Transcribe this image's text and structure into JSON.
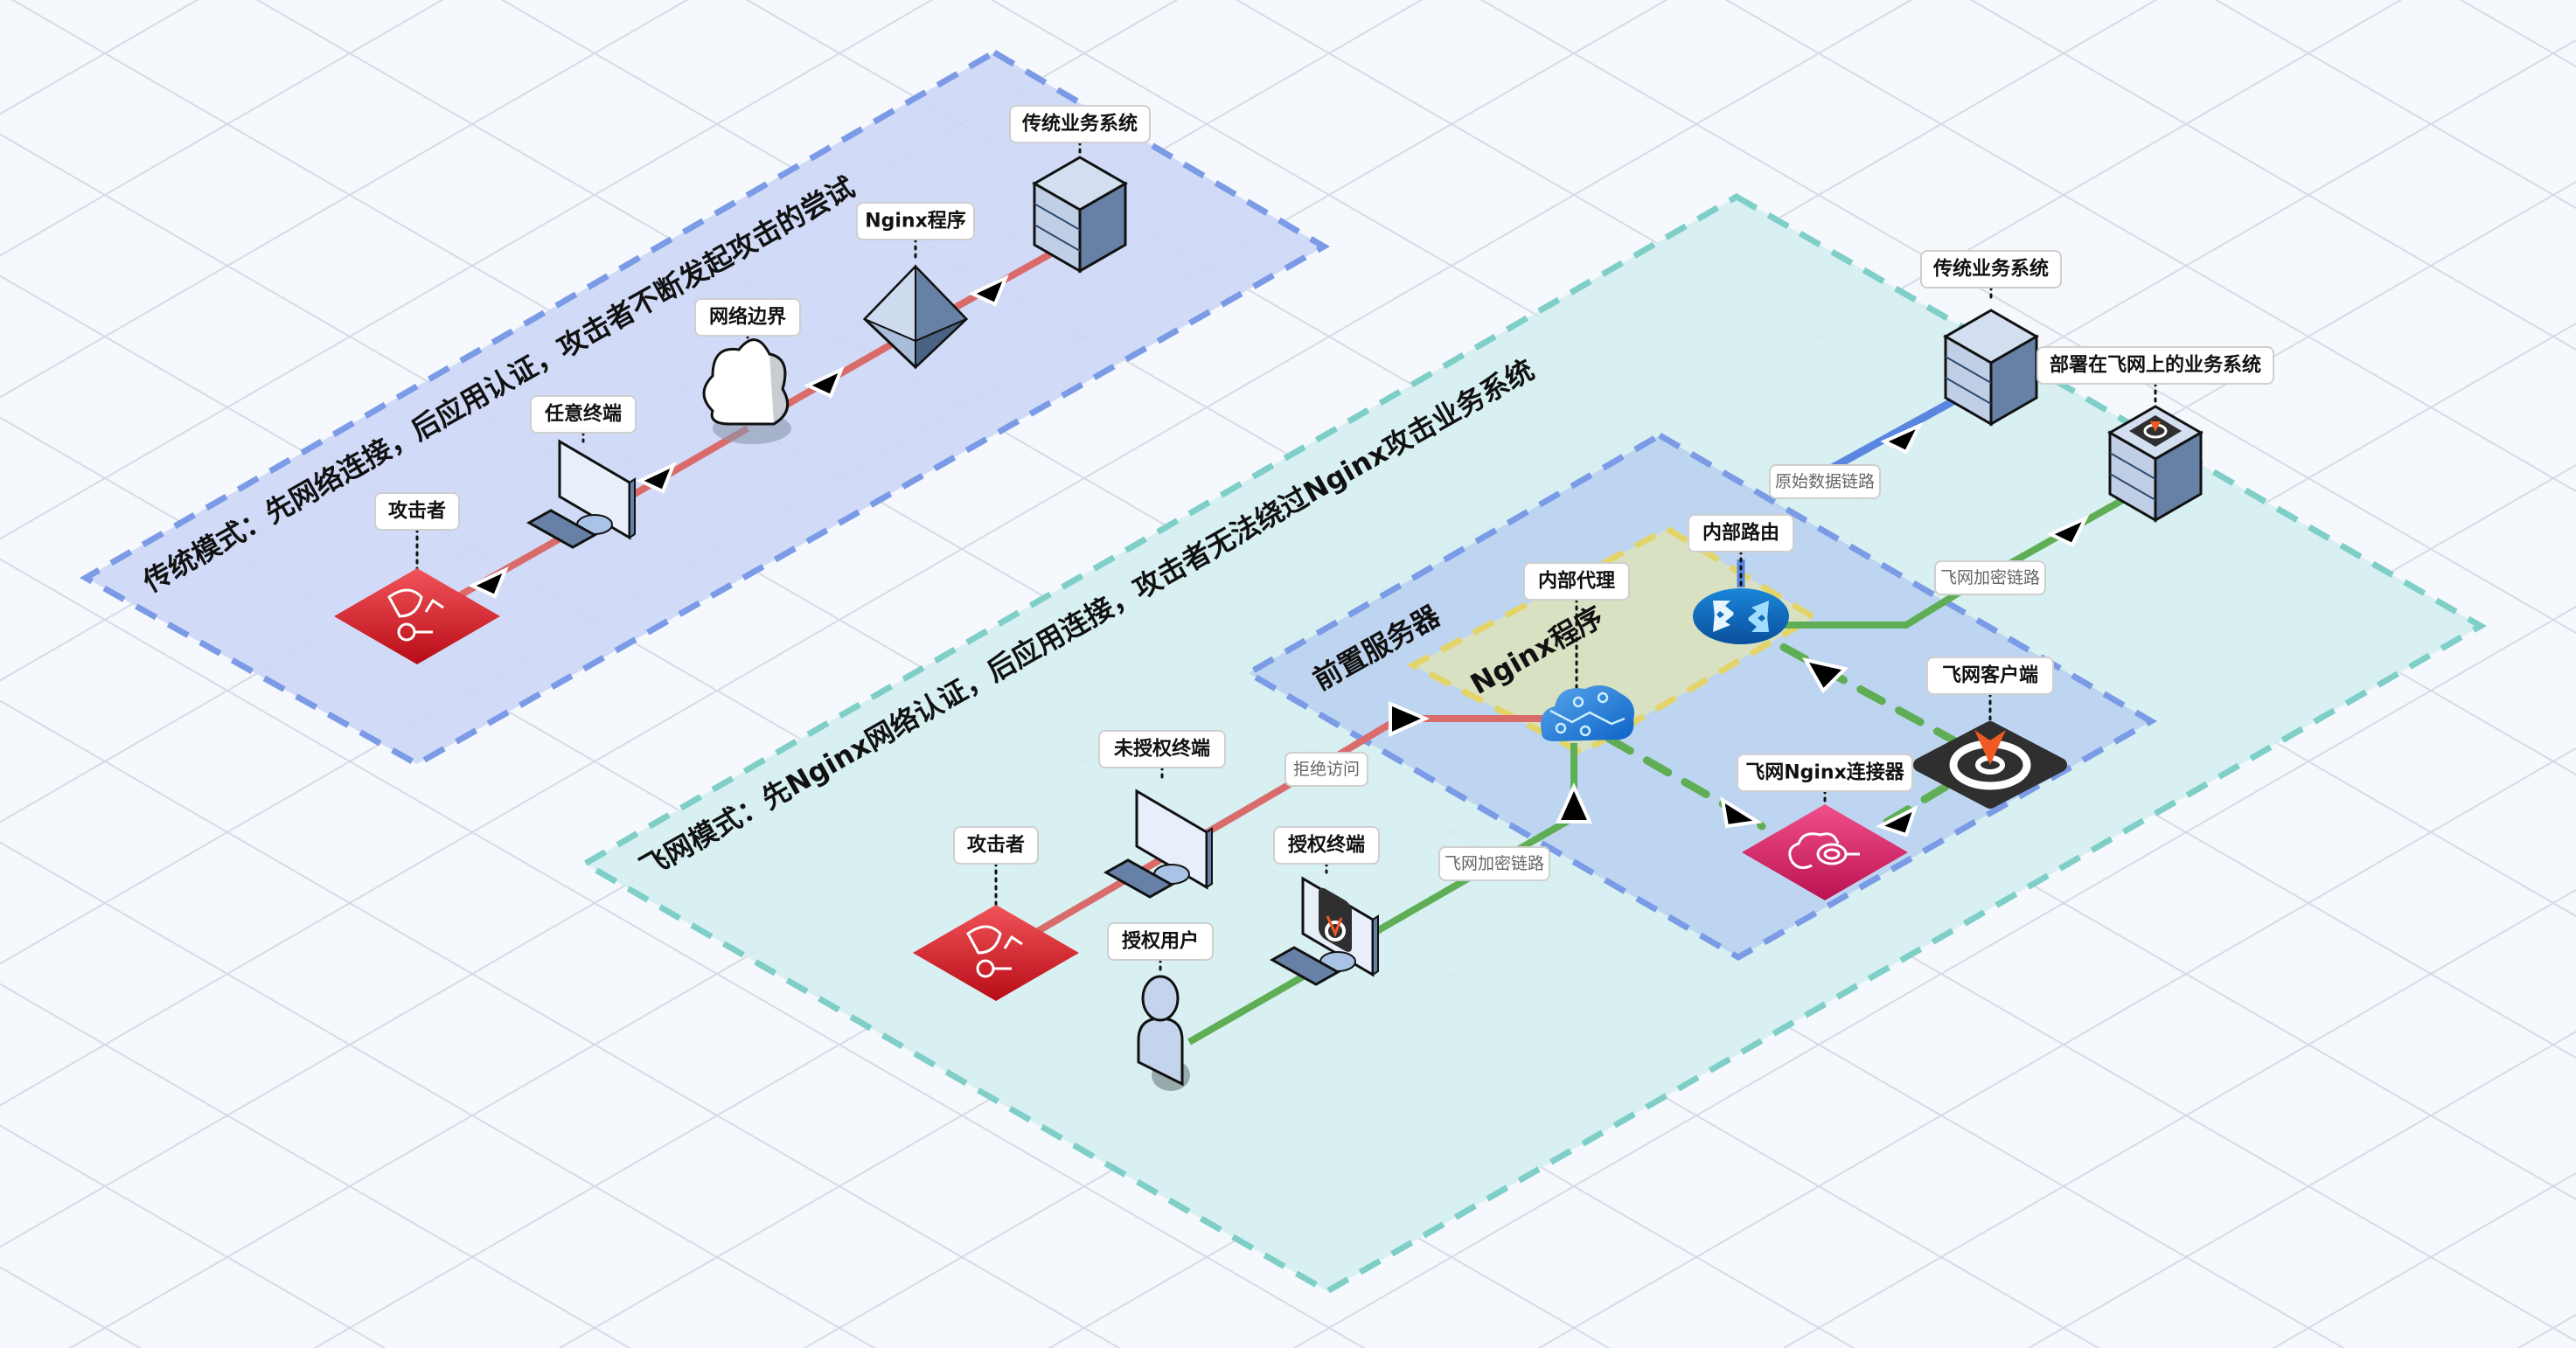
{
  "colors": {
    "background": "#f5f8fd",
    "grid": "#d6dbe3",
    "zone_traditional_fill": "#cdd8f6",
    "zone_traditional_border": "#7b9be6",
    "zone_feiwang_fill": "#d5eff0",
    "zone_feiwang_border": "#7fcfc8",
    "zone_frontserver_fill": "#bcd3f1",
    "zone_frontserver_border": "#7b9be6",
    "zone_nginx_fill": "#d9e1bf",
    "zone_nginx_border": "#e3d46a",
    "link_attack": "#d96b6b",
    "link_encrypted": "#5fae55",
    "link_raw": "#5b86e0",
    "attacker_red": "#d9262e",
    "connector_pink": "#d81b60",
    "router_blue": "#0b6bc2",
    "client_dark": "#2f2f2f",
    "client_orange": "#f05a22"
  },
  "zones": {
    "traditional": {
      "title": "传统模式：先网络连接，后应用认证，攻击者不断发起攻击的尝试"
    },
    "feiwang": {
      "title": "飞网模式：先Nginx网络认证，后应用连接，攻击者无法绕过Nginx攻击业务系统"
    },
    "front_server": {
      "title": "前置服务器"
    },
    "nginx_program": {
      "title": "Nginx程序"
    }
  },
  "traditional": {
    "nodes": [
      {
        "id": "attacker",
        "label": "攻击者",
        "icon": "attacker-icon"
      },
      {
        "id": "any-terminal",
        "label": "任意终端",
        "icon": "computer-icon"
      },
      {
        "id": "network-boundary",
        "label": "网络边界",
        "icon": "cloud-icon"
      },
      {
        "id": "nginx",
        "label": "Nginx程序",
        "icon": "octahedron-icon"
      },
      {
        "id": "legacy-system",
        "label": "传统业务系统",
        "icon": "server-icon"
      }
    ]
  },
  "feiwang": {
    "nodes": [
      {
        "id": "attacker",
        "label": "攻击者",
        "icon": "attacker-icon"
      },
      {
        "id": "unauth-terminal",
        "label": "未授权终端",
        "icon": "computer-icon"
      },
      {
        "id": "auth-terminal",
        "label": "授权终端",
        "icon": "computer-feiwang-icon"
      },
      {
        "id": "auth-user",
        "label": "授权用户",
        "icon": "user-icon"
      },
      {
        "id": "internal-proxy",
        "label": "内部代理",
        "icon": "cloud-circuit-icon"
      },
      {
        "id": "internal-router",
        "label": "内部路由",
        "icon": "router-icon"
      },
      {
        "id": "legacy-system",
        "label": "传统业务系统",
        "icon": "server-icon"
      },
      {
        "id": "feiwang-system",
        "label": "部署在飞网上的业务系统",
        "icon": "server-feiwang-icon"
      },
      {
        "id": "feiwang-client",
        "label": "飞网客户端",
        "icon": "feiwang-client-icon"
      },
      {
        "id": "nginx-connector",
        "label": "飞网Nginx连接器",
        "icon": "connector-icon"
      }
    ],
    "edge_labels": {
      "denied": "拒绝访问",
      "encrypted_1": "飞网加密链路",
      "encrypted_2": "飞网加密链路",
      "raw": "原始数据链路"
    }
  }
}
